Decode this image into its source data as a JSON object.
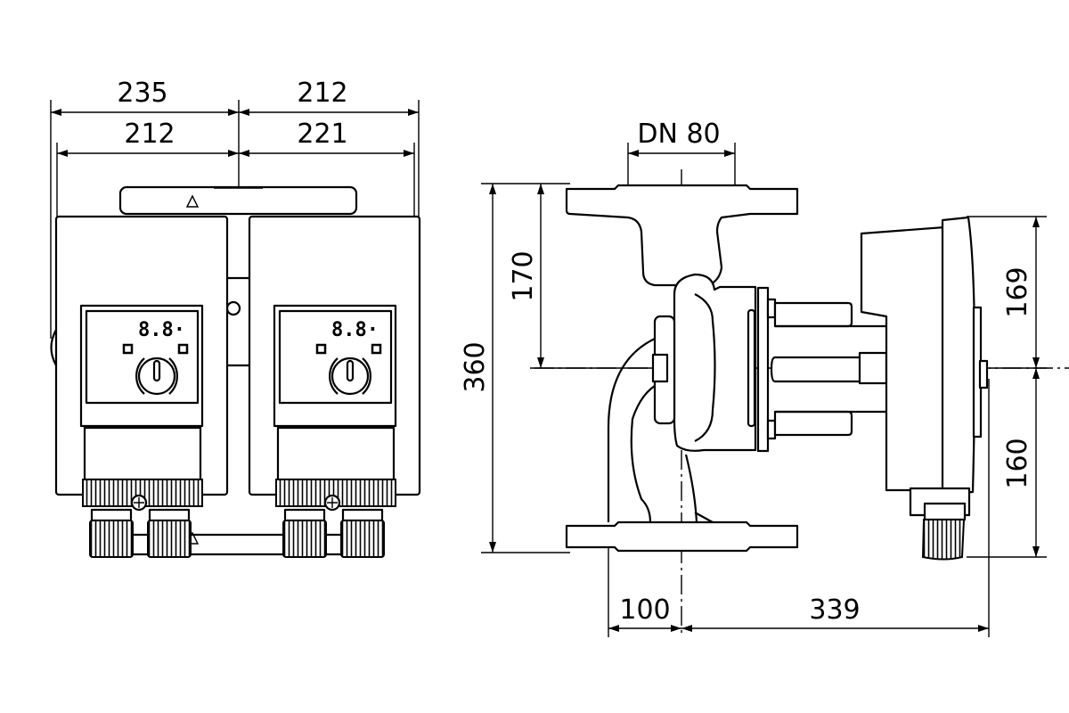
{
  "front_view": {
    "dims": {
      "top_left": "235",
      "top_right": "212",
      "inner_left": "212",
      "inner_right": "221"
    },
    "display_left": "8.8·",
    "display_right": "8.8·"
  },
  "side_view": {
    "dims": {
      "nominal": "DN 80",
      "height_total": "360",
      "height_upper": "170",
      "motor_upper": "169",
      "motor_lower": "160",
      "inlet_offset": "100",
      "length": "339"
    }
  }
}
